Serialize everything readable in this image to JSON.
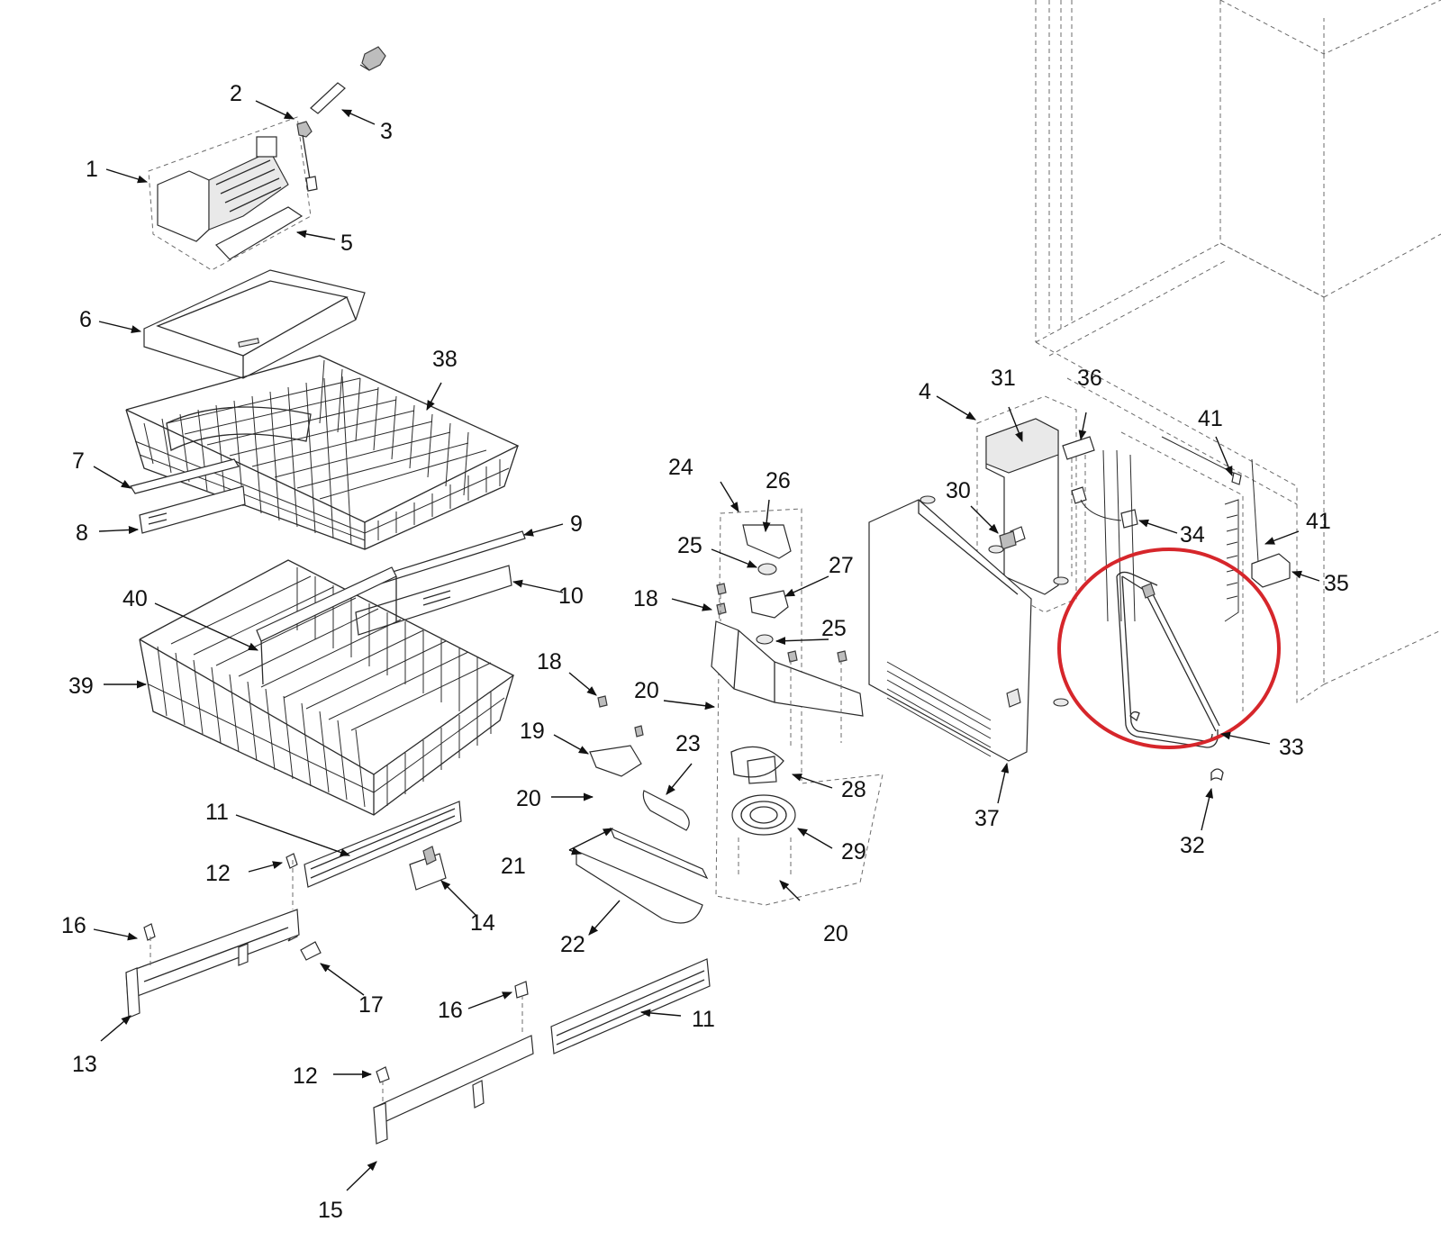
{
  "colors": {
    "callout_ring": "#d6262b",
    "line": "#2b2b2b",
    "background": "#ffffff"
  },
  "callouts": [
    {
      "id": "c1",
      "text": "1"
    },
    {
      "id": "c2",
      "text": "2"
    },
    {
      "id": "c3",
      "text": "3"
    },
    {
      "id": "c4",
      "text": "4"
    },
    {
      "id": "c5",
      "text": "5"
    },
    {
      "id": "c6",
      "text": "6"
    },
    {
      "id": "c7",
      "text": "7"
    },
    {
      "id": "c8",
      "text": "8"
    },
    {
      "id": "c9",
      "text": "9"
    },
    {
      "id": "c10",
      "text": "10"
    },
    {
      "id": "c11a",
      "text": "11"
    },
    {
      "id": "c11b",
      "text": "11"
    },
    {
      "id": "c12a",
      "text": "12"
    },
    {
      "id": "c12b",
      "text": "12"
    },
    {
      "id": "c13",
      "text": "13"
    },
    {
      "id": "c14",
      "text": "14"
    },
    {
      "id": "c15",
      "text": "15"
    },
    {
      "id": "c16a",
      "text": "16"
    },
    {
      "id": "c16b",
      "text": "16"
    },
    {
      "id": "c17",
      "text": "17"
    },
    {
      "id": "c18a",
      "text": "18"
    },
    {
      "id": "c18b",
      "text": "18"
    },
    {
      "id": "c19",
      "text": "19"
    },
    {
      "id": "c20a",
      "text": "20"
    },
    {
      "id": "c20b",
      "text": "20"
    },
    {
      "id": "c20c",
      "text": "20"
    },
    {
      "id": "c21",
      "text": "21"
    },
    {
      "id": "c22",
      "text": "22"
    },
    {
      "id": "c23",
      "text": "23"
    },
    {
      "id": "c24",
      "text": "24"
    },
    {
      "id": "c25a",
      "text": "25"
    },
    {
      "id": "c25b",
      "text": "25"
    },
    {
      "id": "c26",
      "text": "26"
    },
    {
      "id": "c27",
      "text": "27"
    },
    {
      "id": "c28",
      "text": "28"
    },
    {
      "id": "c29",
      "text": "29"
    },
    {
      "id": "c30",
      "text": "30"
    },
    {
      "id": "c31",
      "text": "31"
    },
    {
      "id": "c32",
      "text": "32"
    },
    {
      "id": "c33",
      "text": "33"
    },
    {
      "id": "c34",
      "text": "34"
    },
    {
      "id": "c35",
      "text": "35"
    },
    {
      "id": "c36",
      "text": "36"
    },
    {
      "id": "c37",
      "text": "37"
    },
    {
      "id": "c38",
      "text": "38"
    },
    {
      "id": "c39",
      "text": "39"
    },
    {
      "id": "c40",
      "text": "40"
    },
    {
      "id": "c41a",
      "text": "41"
    },
    {
      "id": "c41b",
      "text": "41"
    }
  ],
  "highlighted_part": "33"
}
